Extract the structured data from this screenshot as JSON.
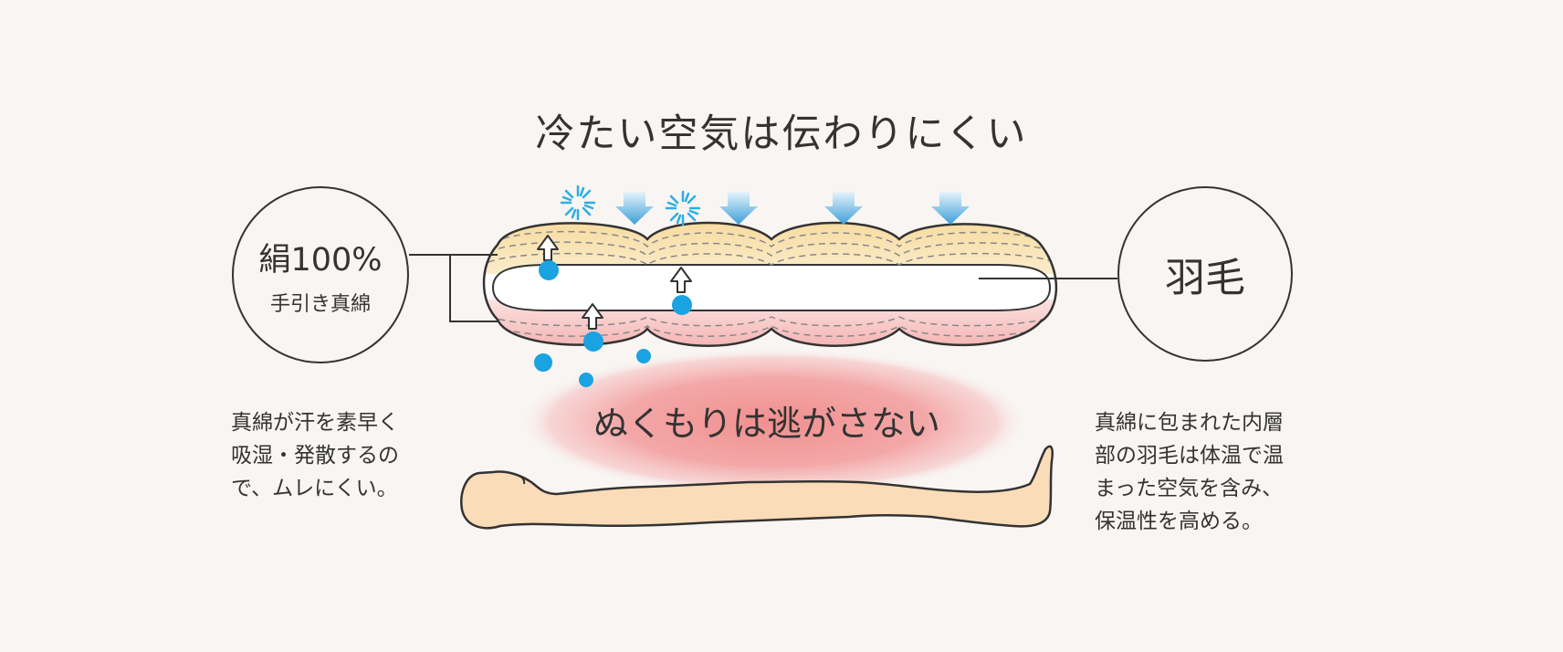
{
  "heading": "冷たい空気は伝わりにくい",
  "silk_label": {
    "main": "絹100%",
    "sub": "手引き真綿"
  },
  "down_label": {
    "main": "羽毛"
  },
  "warmth_label": "ぬくもりは逃がさない",
  "left_description": [
    "真綿が汗を素早く",
    "吸湿・発散するの",
    "で、ムレにくい。"
  ],
  "right_description": [
    "真綿に包まれた内層",
    "部の羽毛は体温で温",
    "まった空気を含み、",
    "保温性を高める。"
  ],
  "colors": {
    "background": "#f8f5f2",
    "silk_top": "#f6dc98",
    "silk_bottom": "#f2a8a8",
    "moisture": "#1aa3e0",
    "cold_arrow": "#4aa6dc",
    "warm_glow": "#f09090",
    "body": "#fbdcb8",
    "outline": "#333333"
  },
  "icons": [
    "cold-air-arrow-icon",
    "sparkle-icon",
    "moisture-drop-icon",
    "up-arrow-icon"
  ]
}
